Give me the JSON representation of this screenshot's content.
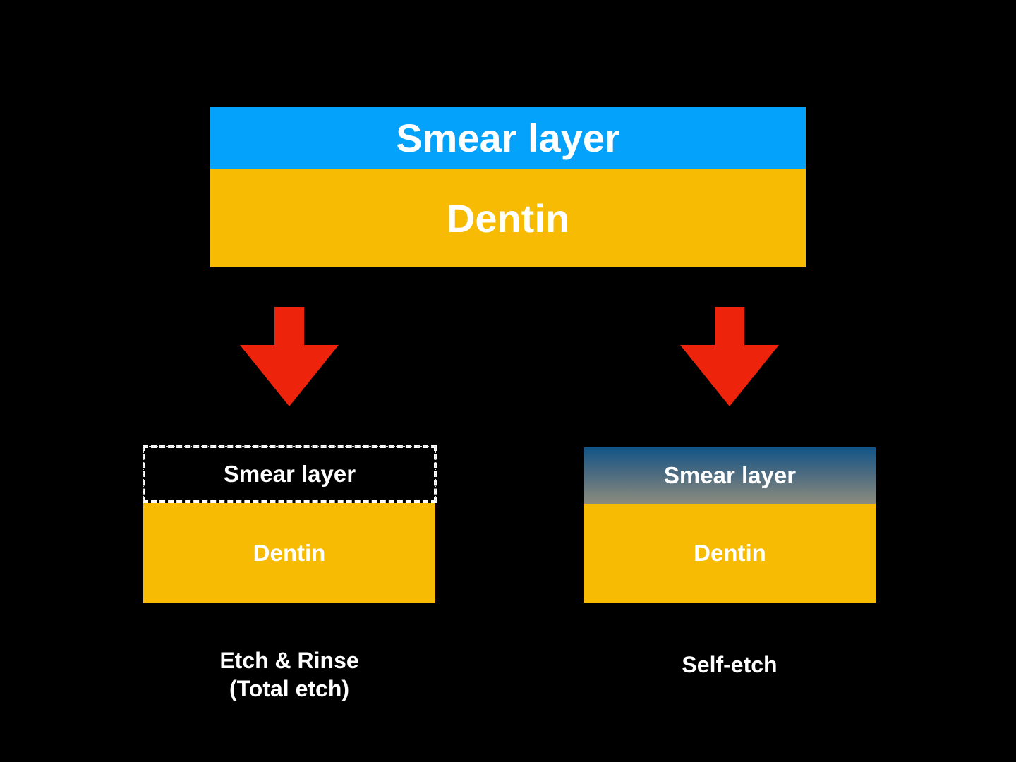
{
  "top": {
    "smear_label": "Smear layer",
    "dentin_label": "Dentin"
  },
  "etch_and_rinse": {
    "smear_label": "Smear layer",
    "dentin_label": "Dentin",
    "caption_line1": "Etch & Rinse",
    "caption_line2": "(Total etch)"
  },
  "self_etch": {
    "smear_label": "Smear layer",
    "dentin_label": "Dentin",
    "caption": "Self-etch"
  },
  "colors": {
    "background": "#000000",
    "smear_layer": "#04a2fb",
    "dentin": "#f6bb02",
    "arrow": "#ee230c",
    "text": "#ffffff"
  },
  "icons": {
    "arrow": "down-arrow-icon"
  }
}
